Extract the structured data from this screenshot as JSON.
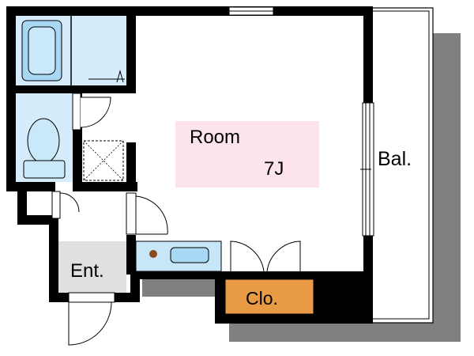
{
  "plan": {
    "room": {
      "label": "Room",
      "size": "7J"
    },
    "balcony": {
      "label": "Bal."
    },
    "entrance": {
      "label": "Ent."
    },
    "closet": {
      "label": "Clo."
    }
  },
  "colors": {
    "wall": "#000000",
    "shadow": "#808080",
    "bath": "#d4ecfb",
    "kitchen": "#c7e6f8",
    "room_label_bg": "#fde4ea",
    "entrance_floor": "#e0e0e0",
    "closet": "#e99a45"
  }
}
